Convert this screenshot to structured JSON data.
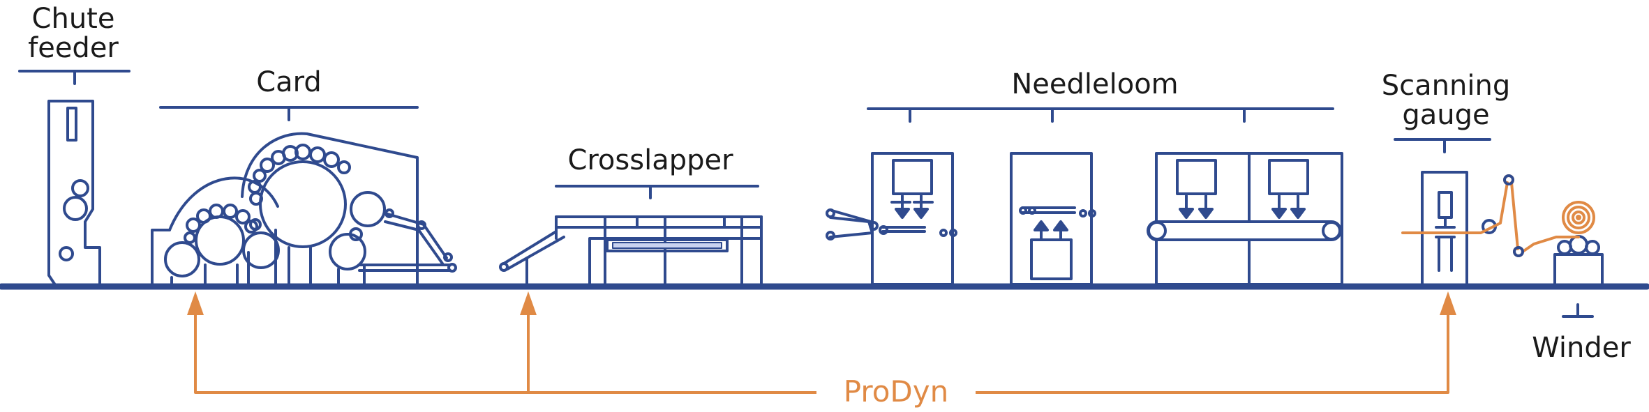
{
  "labels": {
    "chute_feeder": "Chute\nfeeder",
    "card": "Card",
    "crosslapper": "Crosslapper",
    "needleloom": "Needleloom",
    "scanning_gauge": "Scanning\ngauge",
    "winder": "Winder",
    "prodyn": "ProDyn"
  },
  "colors": {
    "machine": "#2F4A8E",
    "prodyn": "#E08A45",
    "text": "#1a1a1a"
  }
}
